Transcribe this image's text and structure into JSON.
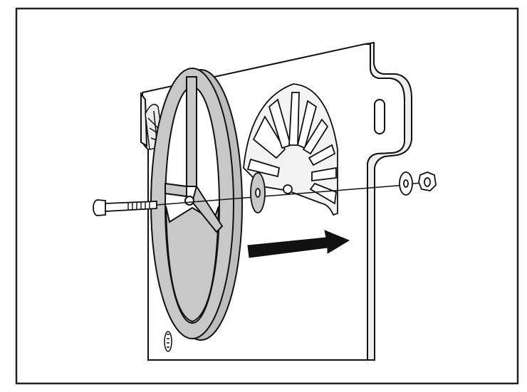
{
  "figure": {
    "kind": "assembly-illustration",
    "colors": {
      "background": "#ffffff",
      "frame": "#222222",
      "line": "#111111",
      "wheel_fill": "#c8c8c8",
      "wheel_rim": "#bdbdbd",
      "panel_fill": "#ffffff",
      "arrow": "#111111"
    },
    "parts": [
      "bolt",
      "spoked-wheel",
      "washer",
      "back-panel",
      "fan-guard",
      "washer-small",
      "hex-nut"
    ],
    "icons": {
      "direction": "arrow-right-icon"
    }
  }
}
